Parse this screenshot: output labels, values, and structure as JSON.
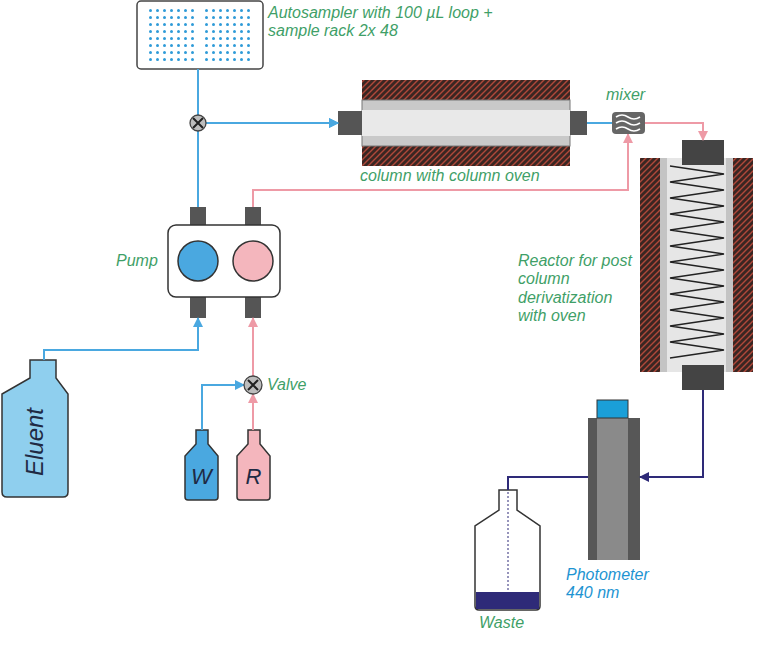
{
  "diagram": {
    "nodes": [
      {
        "text": [
          "Autosampler with 100 µL loop + sample rack 2x 48"
        ]
      },
      {
        "text": [
          "mixer"
        ]
      },
      {
        "text": [
          "column with column oven"
        ]
      },
      {
        "text": [
          "Pump"
        ]
      },
      {
        "text": [
          "Reactor for post column derivatization with oven"
        ]
      },
      {
        "text": [
          "Eluent"
        ]
      },
      {
        "text": [
          "Valve"
        ]
      },
      {
        "text": [
          "W"
        ]
      },
      {
        "text": [
          "R"
        ]
      },
      {
        "text": [
          "Photometer 440 nm"
        ]
      },
      {
        "text": [
          "Waste"
        ]
      }
    ],
    "edges": [
      {
        "from": 5,
        "to": 3,
        "arrow": "to"
      },
      {
        "from": 7,
        "to": 6,
        "arrow": "to"
      },
      {
        "from": 8,
        "to": 6,
        "arrow": "to"
      },
      {
        "from": 6,
        "to": 3,
        "arrow": "to"
      },
      {
        "from": 3,
        "to": 2,
        "arrow": "to"
      },
      {
        "from": 0,
        "to": 2,
        "arrow": "to"
      },
      {
        "from": 2,
        "to": 1,
        "arrow": "none"
      },
      {
        "from": 3,
        "to": 1,
        "arrow": "to"
      },
      {
        "from": 1,
        "to": 4,
        "arrow": "to"
      },
      {
        "from": 4,
        "to": 9,
        "arrow": "to"
      },
      {
        "from": 9,
        "to": 10,
        "arrow": "none"
      }
    ]
  }
}
